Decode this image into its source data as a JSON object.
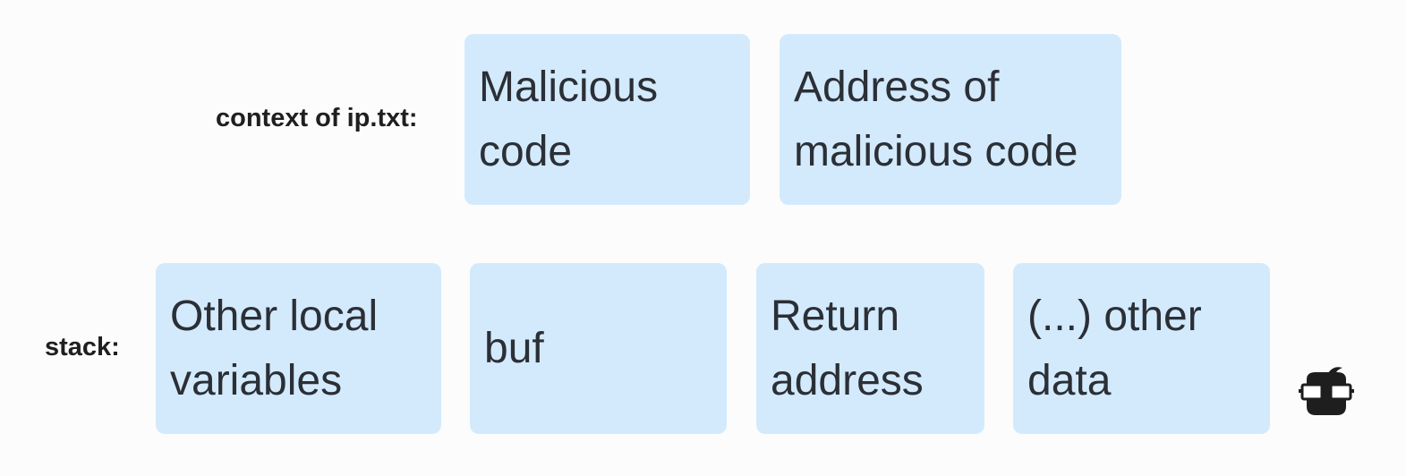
{
  "file_row": {
    "label": "context of ip.txt:",
    "boxes": [
      "Malicious\ncode",
      "Address of\nmalicious code"
    ]
  },
  "stack_row": {
    "label": "stack:",
    "boxes": [
      "Other local\nvariables",
      "buf",
      "Return\naddress",
      "(...) other\ndata"
    ]
  },
  "logo_icon": "nerd-face-glasses-icon",
  "colors": {
    "box_fill": "#d3eafd",
    "background": "#fcfcfc",
    "text": "#2b2f36"
  }
}
